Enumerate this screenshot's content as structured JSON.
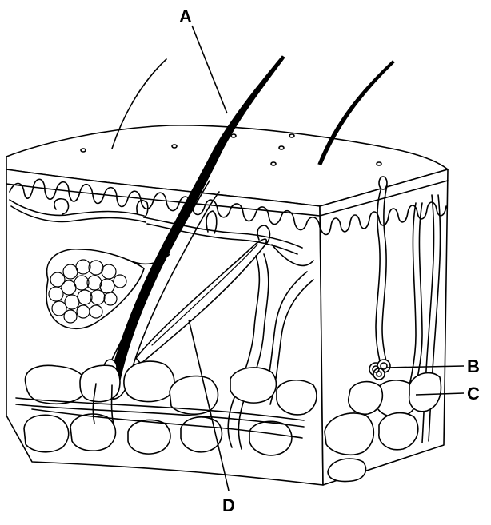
{
  "labels": {
    "a": "A",
    "b": "B",
    "c": "C",
    "d": "D"
  },
  "colors": {
    "line": "#000000",
    "background": "#ffffff"
  }
}
